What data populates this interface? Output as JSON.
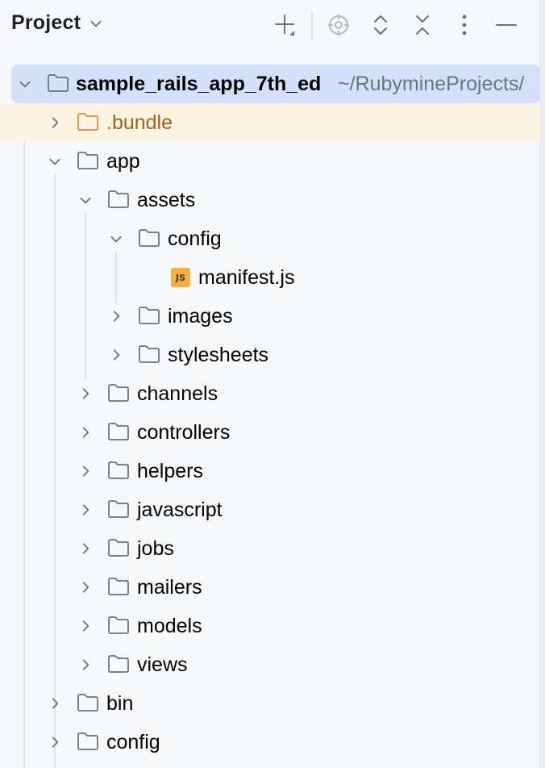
{
  "header": {
    "title": "Project",
    "toolbar": [
      "add-icon",
      "locate-icon",
      "expand-all-icon",
      "collapse-all-icon",
      "more-options-icon",
      "hide-icon"
    ]
  },
  "tree": {
    "root": {
      "name": "sample_rails_app_7th_ed",
      "path": "~/RubymineProjects/"
    },
    "items": [
      {
        "label": ".bundle",
        "expanded": false
      },
      {
        "label": "app",
        "expanded": true
      },
      {
        "label": "assets",
        "expanded": true
      },
      {
        "label": "config",
        "expanded": true
      },
      {
        "label": "manifest.js",
        "file_type": "JS"
      },
      {
        "label": "images",
        "expanded": false
      },
      {
        "label": "stylesheets",
        "expanded": false
      },
      {
        "label": "channels",
        "expanded": false
      },
      {
        "label": "controllers",
        "expanded": false
      },
      {
        "label": "helpers",
        "expanded": false
      },
      {
        "label": "javascript",
        "expanded": false
      },
      {
        "label": "jobs",
        "expanded": false
      },
      {
        "label": "mailers",
        "expanded": false
      },
      {
        "label": "models",
        "expanded": false
      },
      {
        "label": "views",
        "expanded": false
      },
      {
        "label": "bin",
        "expanded": false
      },
      {
        "label": "config",
        "expanded": false
      }
    ]
  },
  "colors": {
    "selection": "#d5e1fb",
    "excluded_row": "#fdf5e3",
    "excluded_text": "#a0611d",
    "js_badge": "#f4af3d",
    "icon": "#6c707e"
  }
}
